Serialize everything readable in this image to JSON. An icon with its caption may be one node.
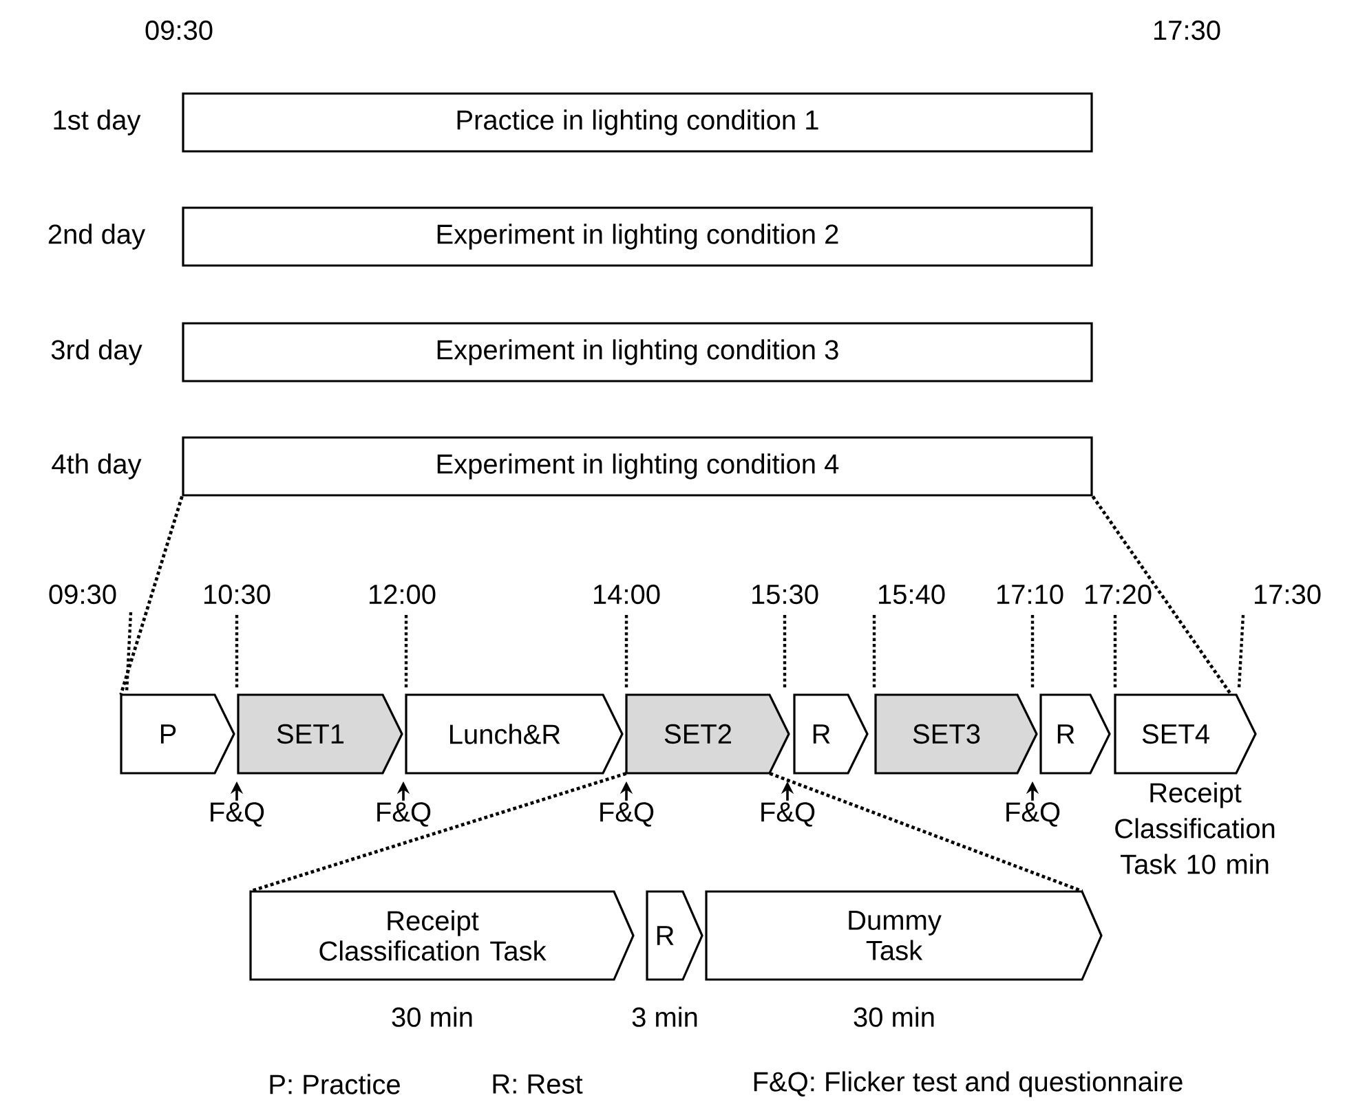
{
  "diagram": {
    "nodes": [
      {
        "text": [
          "Practice in lighting condition 1"
        ],
        "beside": [
          "1st day"
        ]
      },
      {
        "text": [
          "Experiment in lighting condition 2"
        ],
        "beside": [
          "2nd day"
        ]
      },
      {
        "text": [
          "Experiment in lighting condition 3"
        ],
        "beside": [
          "3rd day"
        ]
      },
      {
        "text": [
          "Experiment in lighting condition 4"
        ],
        "beside": [
          "4th day"
        ]
      },
      {
        "text": [
          "P"
        ],
        "beside": [
          "09:30"
        ]
      },
      {
        "text": [
          "SET1"
        ],
        "beside": [
          "10:30"
        ]
      },
      {
        "text": [
          "Lunch&R"
        ],
        "beside": [
          "12:00"
        ]
      },
      {
        "text": [
          "SET2"
        ],
        "beside": [
          "14:00"
        ]
      },
      {
        "text": [
          "R"
        ],
        "beside": [
          "15:30"
        ]
      },
      {
        "text": [
          "SET3"
        ],
        "beside": [
          "15:40"
        ]
      },
      {
        "text": [
          "R"
        ],
        "beside": [
          "17:10"
        ]
      },
      {
        "text": [
          "SET4"
        ],
        "beside": [
          "17:20",
          "17:30",
          "Receipt Classification Task 10 min"
        ]
      },
      {
        "text": [
          "Receipt Classification Task"
        ],
        "beside": [
          "30 min"
        ]
      },
      {
        "text": [
          "R"
        ],
        "beside": [
          "3 min"
        ]
      },
      {
        "text": [
          "Dummy Task"
        ],
        "beside": [
          "30 min"
        ]
      },
      {
        "text": [
          "F&Q"
        ]
      },
      {
        "text": [
          "F&Q"
        ]
      },
      {
        "text": [
          "F&Q"
        ]
      },
      {
        "text": [
          "F&Q"
        ]
      },
      {
        "text": [
          "F&Q"
        ]
      }
    ],
    "edges": [
      {
        "from": 15,
        "to": null,
        "arrow": "to"
      },
      {
        "from": 16,
        "to": null,
        "arrow": "to"
      },
      {
        "from": 17,
        "to": null,
        "arrow": "to"
      },
      {
        "from": 18,
        "to": null,
        "arrow": "to"
      },
      {
        "from": 19,
        "to": null,
        "arrow": "to"
      },
      {
        "from": 3,
        "to": 4,
        "arrow": "none",
        "style": "dashed"
      },
      {
        "from": 3,
        "to": 11,
        "arrow": "none",
        "style": "dashed"
      },
      {
        "from": 7,
        "to": 12,
        "arrow": "none",
        "style": "dashed"
      },
      {
        "from": 7,
        "to": 14,
        "arrow": "none",
        "style": "dashed"
      }
    ],
    "labels": [
      "09:30",
      "17:30",
      "P: Practice",
      "R: Rest",
      "F&Q: Flicker test and questionnaire"
    ]
  }
}
